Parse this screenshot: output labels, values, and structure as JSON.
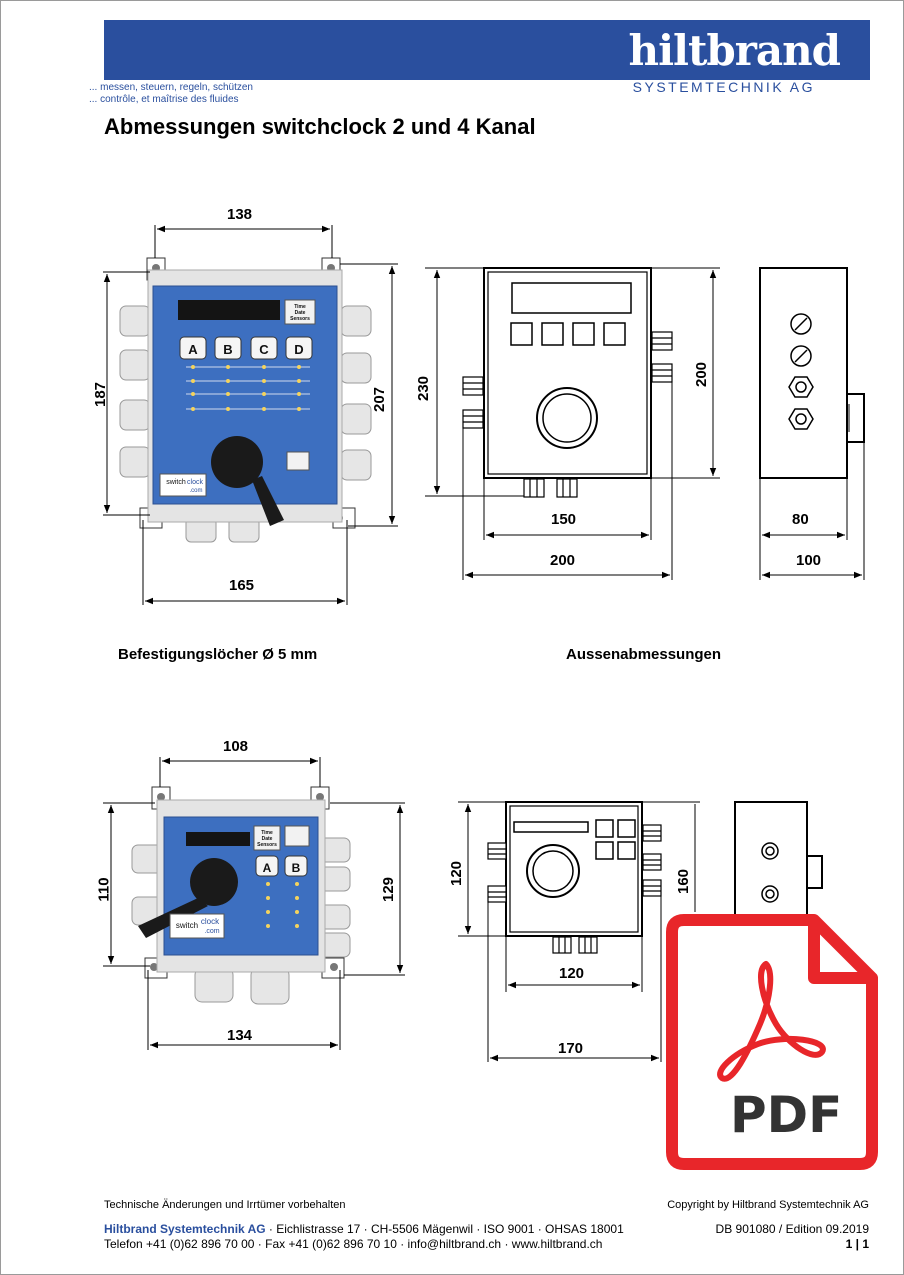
{
  "header": {
    "logo_name": "hiltbrand",
    "logo_sub": "SYSTEMTECHNIK AG",
    "slogan_de": "... messen, steuern, regeln, schützen",
    "slogan_fr": "... contrôle, et maîtrise des fluides",
    "brand_color": "#2a4f9e"
  },
  "title": "Abmessungen switchclock 2 und 4 Kanal",
  "captions": {
    "mounting_holes": "Befestigungslöcher Ø 5 mm",
    "outer_dimensions": "Aussenabmessungen"
  },
  "device_panel": {
    "buttons_4ch": [
      "A",
      "B",
      "C",
      "D"
    ],
    "buttons_2ch": [
      "A",
      "B"
    ],
    "mode_key": [
      "Time",
      "Date",
      "Sensors"
    ],
    "logo_line1": "switch",
    "logo_line2": "clock",
    "logo_line3": ".com"
  },
  "dimensions": {
    "four_channel": {
      "hole_width": "138",
      "hole_height": "187",
      "outer_height": "207",
      "outer_width": "165",
      "front_height_total": "230",
      "front_height": "200",
      "front_width": "150",
      "front_width_total": "200",
      "side_depth": "80",
      "side_depth_total": "100"
    },
    "two_channel": {
      "hole_width": "108",
      "hole_height": "110",
      "outer_height": "129",
      "outer_width": "134",
      "front_height": "120",
      "front_width": "120",
      "front_width_total": "170",
      "side_height": "160"
    }
  },
  "pdf_badge": {
    "label": "PDF",
    "icon": "pdf-file-icon",
    "color": "#e8262a"
  },
  "footer": {
    "disclaimer": "Technische Änderungen und Irrtümer vorbehalten",
    "copyright": "Copyright by Hiltbrand Systemtechnik AG",
    "company": "Hiltbrand Systemtechnik AG",
    "address": " · Eichlistrasse 17 · CH-5506 Mägenwil · ISO 9001 · OHSAS 18001",
    "doc_id": "DB 901080 / Edition 09.2019",
    "contact": "Telefon +41 (0)62 896 70 00 · Fax +41 (0)62 896 70 10 · info@hiltbrand.ch · www.hiltbrand.ch",
    "page": "1 | 1"
  }
}
